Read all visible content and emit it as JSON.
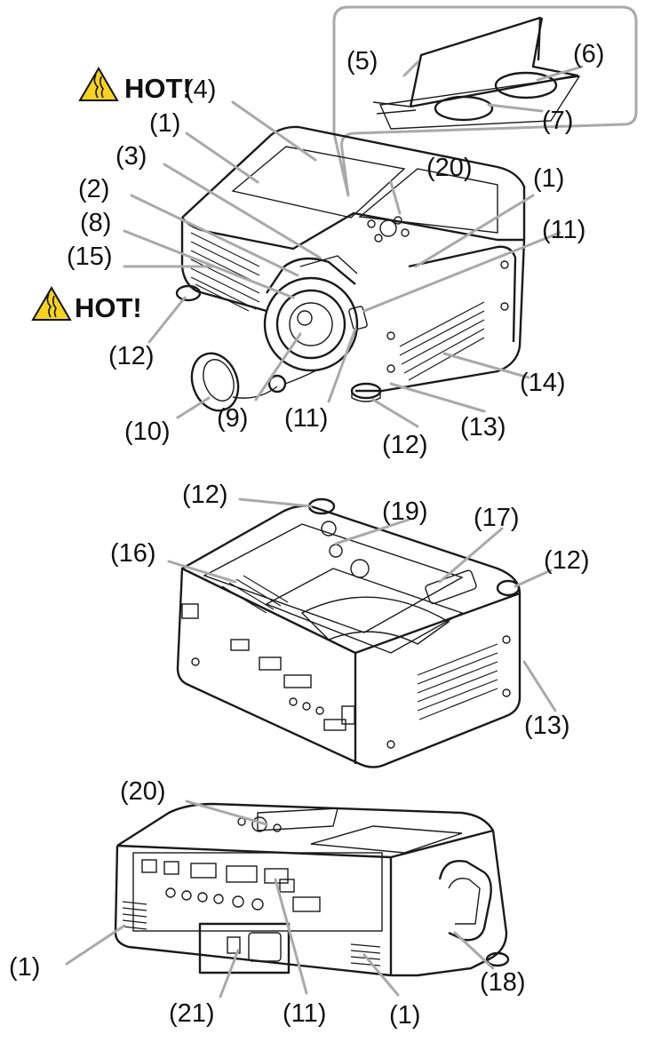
{
  "figure": {
    "warning_text": "HOT!",
    "labels": {
      "n1": "(1)",
      "n2": "(2)",
      "n3": "(3)",
      "n4": "(4)",
      "n5": "(5)",
      "n6": "(6)",
      "n7": "(7)",
      "n8": "(8)",
      "n9": "(9)",
      "n10": "(10)",
      "n11": "(11)",
      "n12": "(12)",
      "n13": "(13)",
      "n14": "(14)",
      "n15": "(15)",
      "n16": "(16)",
      "n17": "(17)",
      "n18": "(18)",
      "n19": "(19)",
      "n20": "(20)",
      "n21": "(21)"
    },
    "icons": {
      "warning": "hot-surface-warning-icon",
      "callout": "magnified-callout"
    },
    "colors": {
      "warning_fill": "#f6d21e",
      "line": "#1a1a1a",
      "leader": "#a9a9a9"
    }
  }
}
